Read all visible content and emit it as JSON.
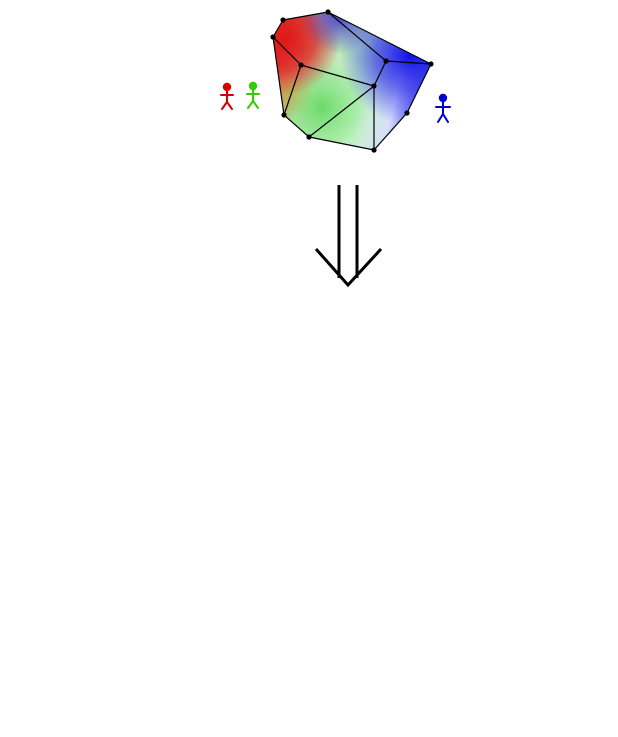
{
  "diagram": {
    "people": [
      {
        "id": "red",
        "color": "#d40000"
      },
      {
        "id": "green",
        "color": "#33cc00"
      },
      {
        "id": "blue",
        "color": "#0000cc"
      }
    ],
    "region_colors": {
      "red": "#e02020",
      "green": "#66e066",
      "blue": "#1a1ae6",
      "edge": "#000000"
    },
    "arrow": {
      "direction": "down",
      "style": "double-shaft"
    }
  }
}
